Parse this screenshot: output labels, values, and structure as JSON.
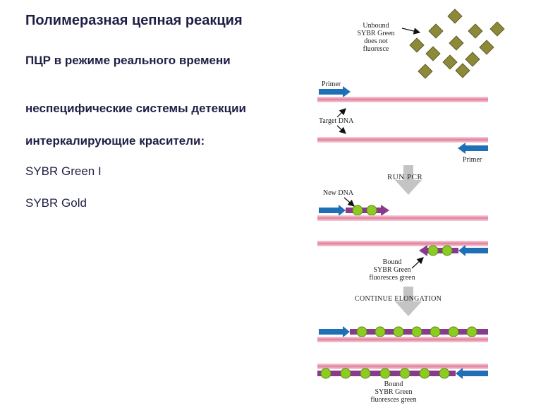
{
  "slide": {
    "title": "Полимеразная цепная реакция",
    "lines": [
      "ПЦР в режиме реального времени",
      "неспецифические системы детекции",
      "интеркалирующие красители:",
      "SYBR Green I",
      "SYBR Gold"
    ]
  },
  "diagram": {
    "unbound_label": [
      "Unbound",
      "SYBR Green",
      "does not",
      "fluoresce"
    ],
    "primer_top_label": "Primer",
    "target_label": "Target DNA",
    "primer_bottom_label": "Primer",
    "run_pcr_label": "RUN PCR",
    "new_dna_label": "New DNA",
    "bound_label": [
      "Bound",
      "SYBR Green",
      "fluoresces green"
    ],
    "continue_label": "CONTINUE ELONGATION",
    "bound_label_2": [
      "Bound",
      "SYBR Green",
      "fluoresces green"
    ],
    "colors": {
      "dna_strand": "#e8a0b4",
      "primer": "#1e6fb5",
      "new_dna": "#8a3a8c",
      "dye_unbound": "#8c8a3a",
      "dye_bound": "#8ccc22",
      "process_arrow": "#c4c4c4"
    }
  }
}
